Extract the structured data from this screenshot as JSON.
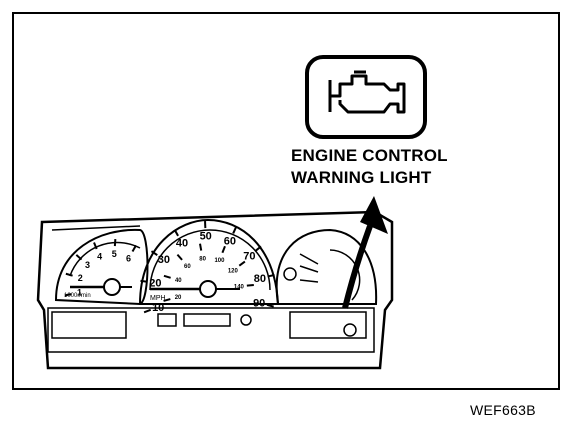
{
  "callout": {
    "line1": "ENGINE CONTROL",
    "line2": "WARNING LIGHT"
  },
  "figure_id": "WEF663B",
  "icon": "engine-check-icon",
  "tachometer": {
    "scale": [
      "1",
      "2",
      "3",
      "4",
      "5",
      "6"
    ],
    "unit": "1000r/min"
  },
  "speedometer": {
    "mph_scale": [
      "10",
      "20",
      "30",
      "40",
      "50",
      "60",
      "70",
      "80",
      "90"
    ],
    "kmh_scale": [
      "20",
      "40",
      "60",
      "80",
      "100",
      "120",
      "140"
    ],
    "unit": "MPH"
  }
}
